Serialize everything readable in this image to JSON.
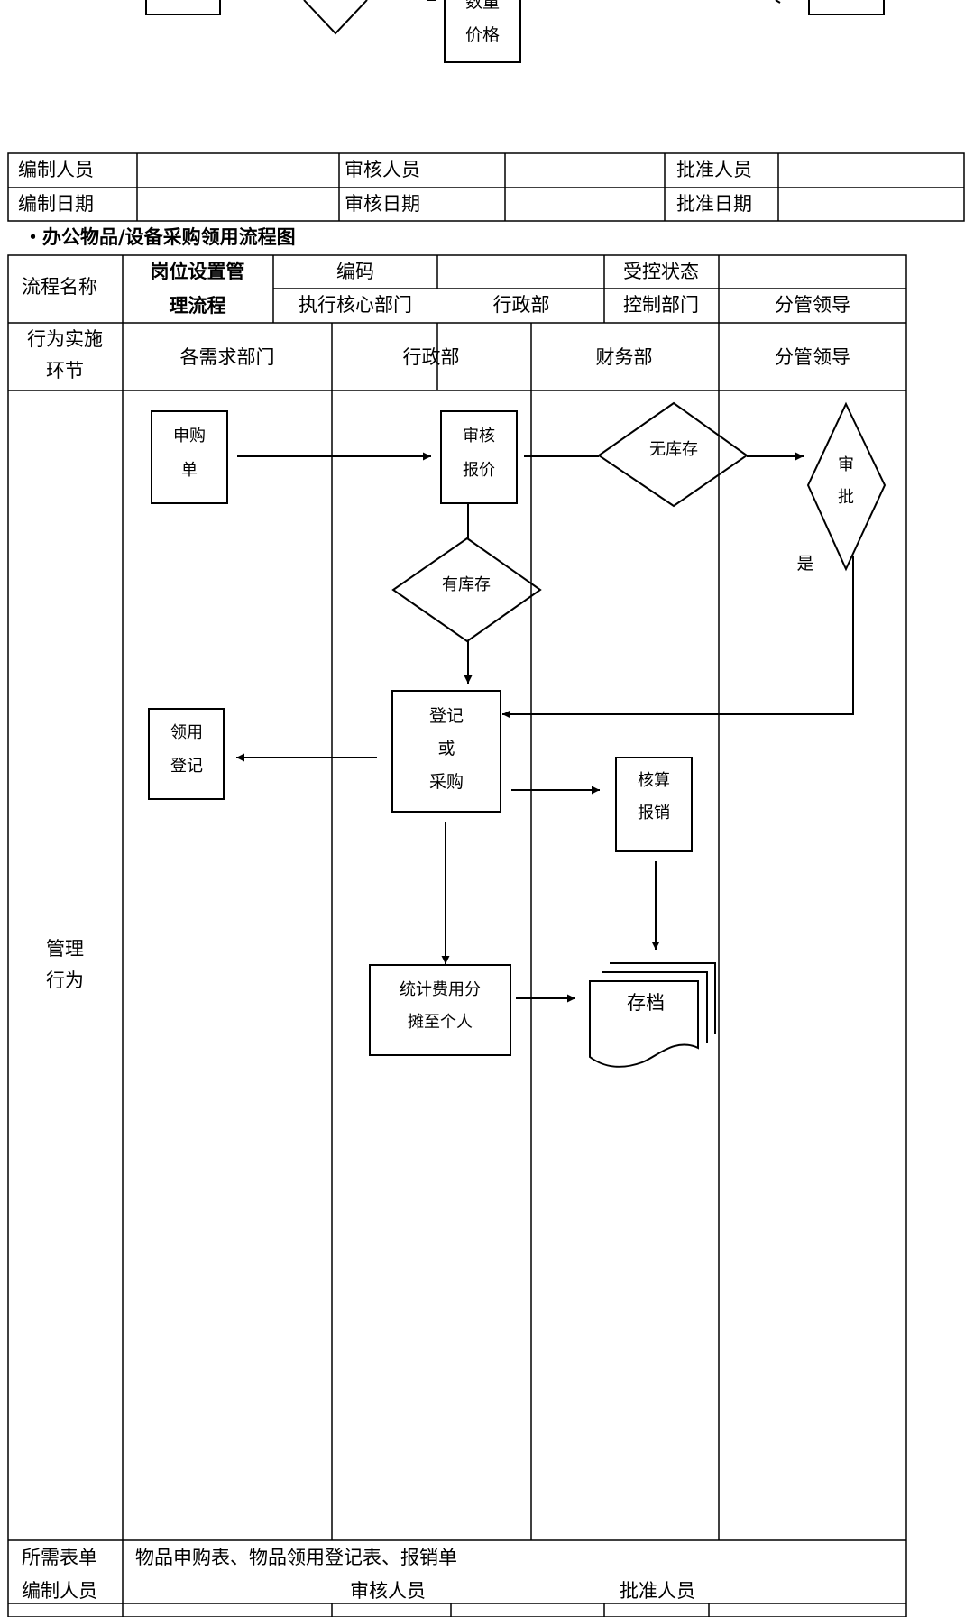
{
  "top_fragment": {
    "box_line1": "数量",
    "box_line2": "价格"
  },
  "sign_table_top": {
    "compiler_label": "编制人员",
    "reviewer_label": "审核人员",
    "approver_label": "批准人员",
    "compile_date_label": "编制日期",
    "review_date_label": "审核日期",
    "approve_date_label": "批准日期"
  },
  "section_title": "・办公物品/设备采购领用流程图",
  "header": {
    "process_name_label": "流程名称",
    "process_name_line1": "岗位设置管",
    "process_name_line2": "理流程",
    "code_label": "编码",
    "control_status_label": "受控状态",
    "core_dept_label": "执行核心部门",
    "core_dept_value": "行政部",
    "control_dept_label": "控制部门",
    "control_dept_value": "分管领导",
    "stage_label_line1": "行为实施",
    "stage_label_line2": "环节"
  },
  "lanes": [
    "各需求部门",
    "行政部",
    "财务部",
    "分管领导"
  ],
  "side_label_line1": "管理",
  "side_label_line2": "行为",
  "nodes": {
    "purchase_request": [
      "申购",
      "单"
    ],
    "review_quote": [
      "审核",
      "报价"
    ],
    "no_stock": "无库存",
    "in_stock": "有库存",
    "approve": [
      "审",
      "批"
    ],
    "yes_label": "是",
    "register_purchase": [
      "登记",
      "或",
      "采购"
    ],
    "issue_register": [
      "领用",
      "登记"
    ],
    "accounting": [
      "核算",
      "报销"
    ],
    "cost_allocation": [
      "统计费用分",
      "摊至个人"
    ],
    "archive": "存档"
  },
  "footer": {
    "forms_label": "所需表单",
    "forms_value": "物品申购表、物品领用登记表、报销单",
    "compiler_label": "编制人员",
    "reviewer_label": "审核人员",
    "approver_label": "批准人员"
  }
}
